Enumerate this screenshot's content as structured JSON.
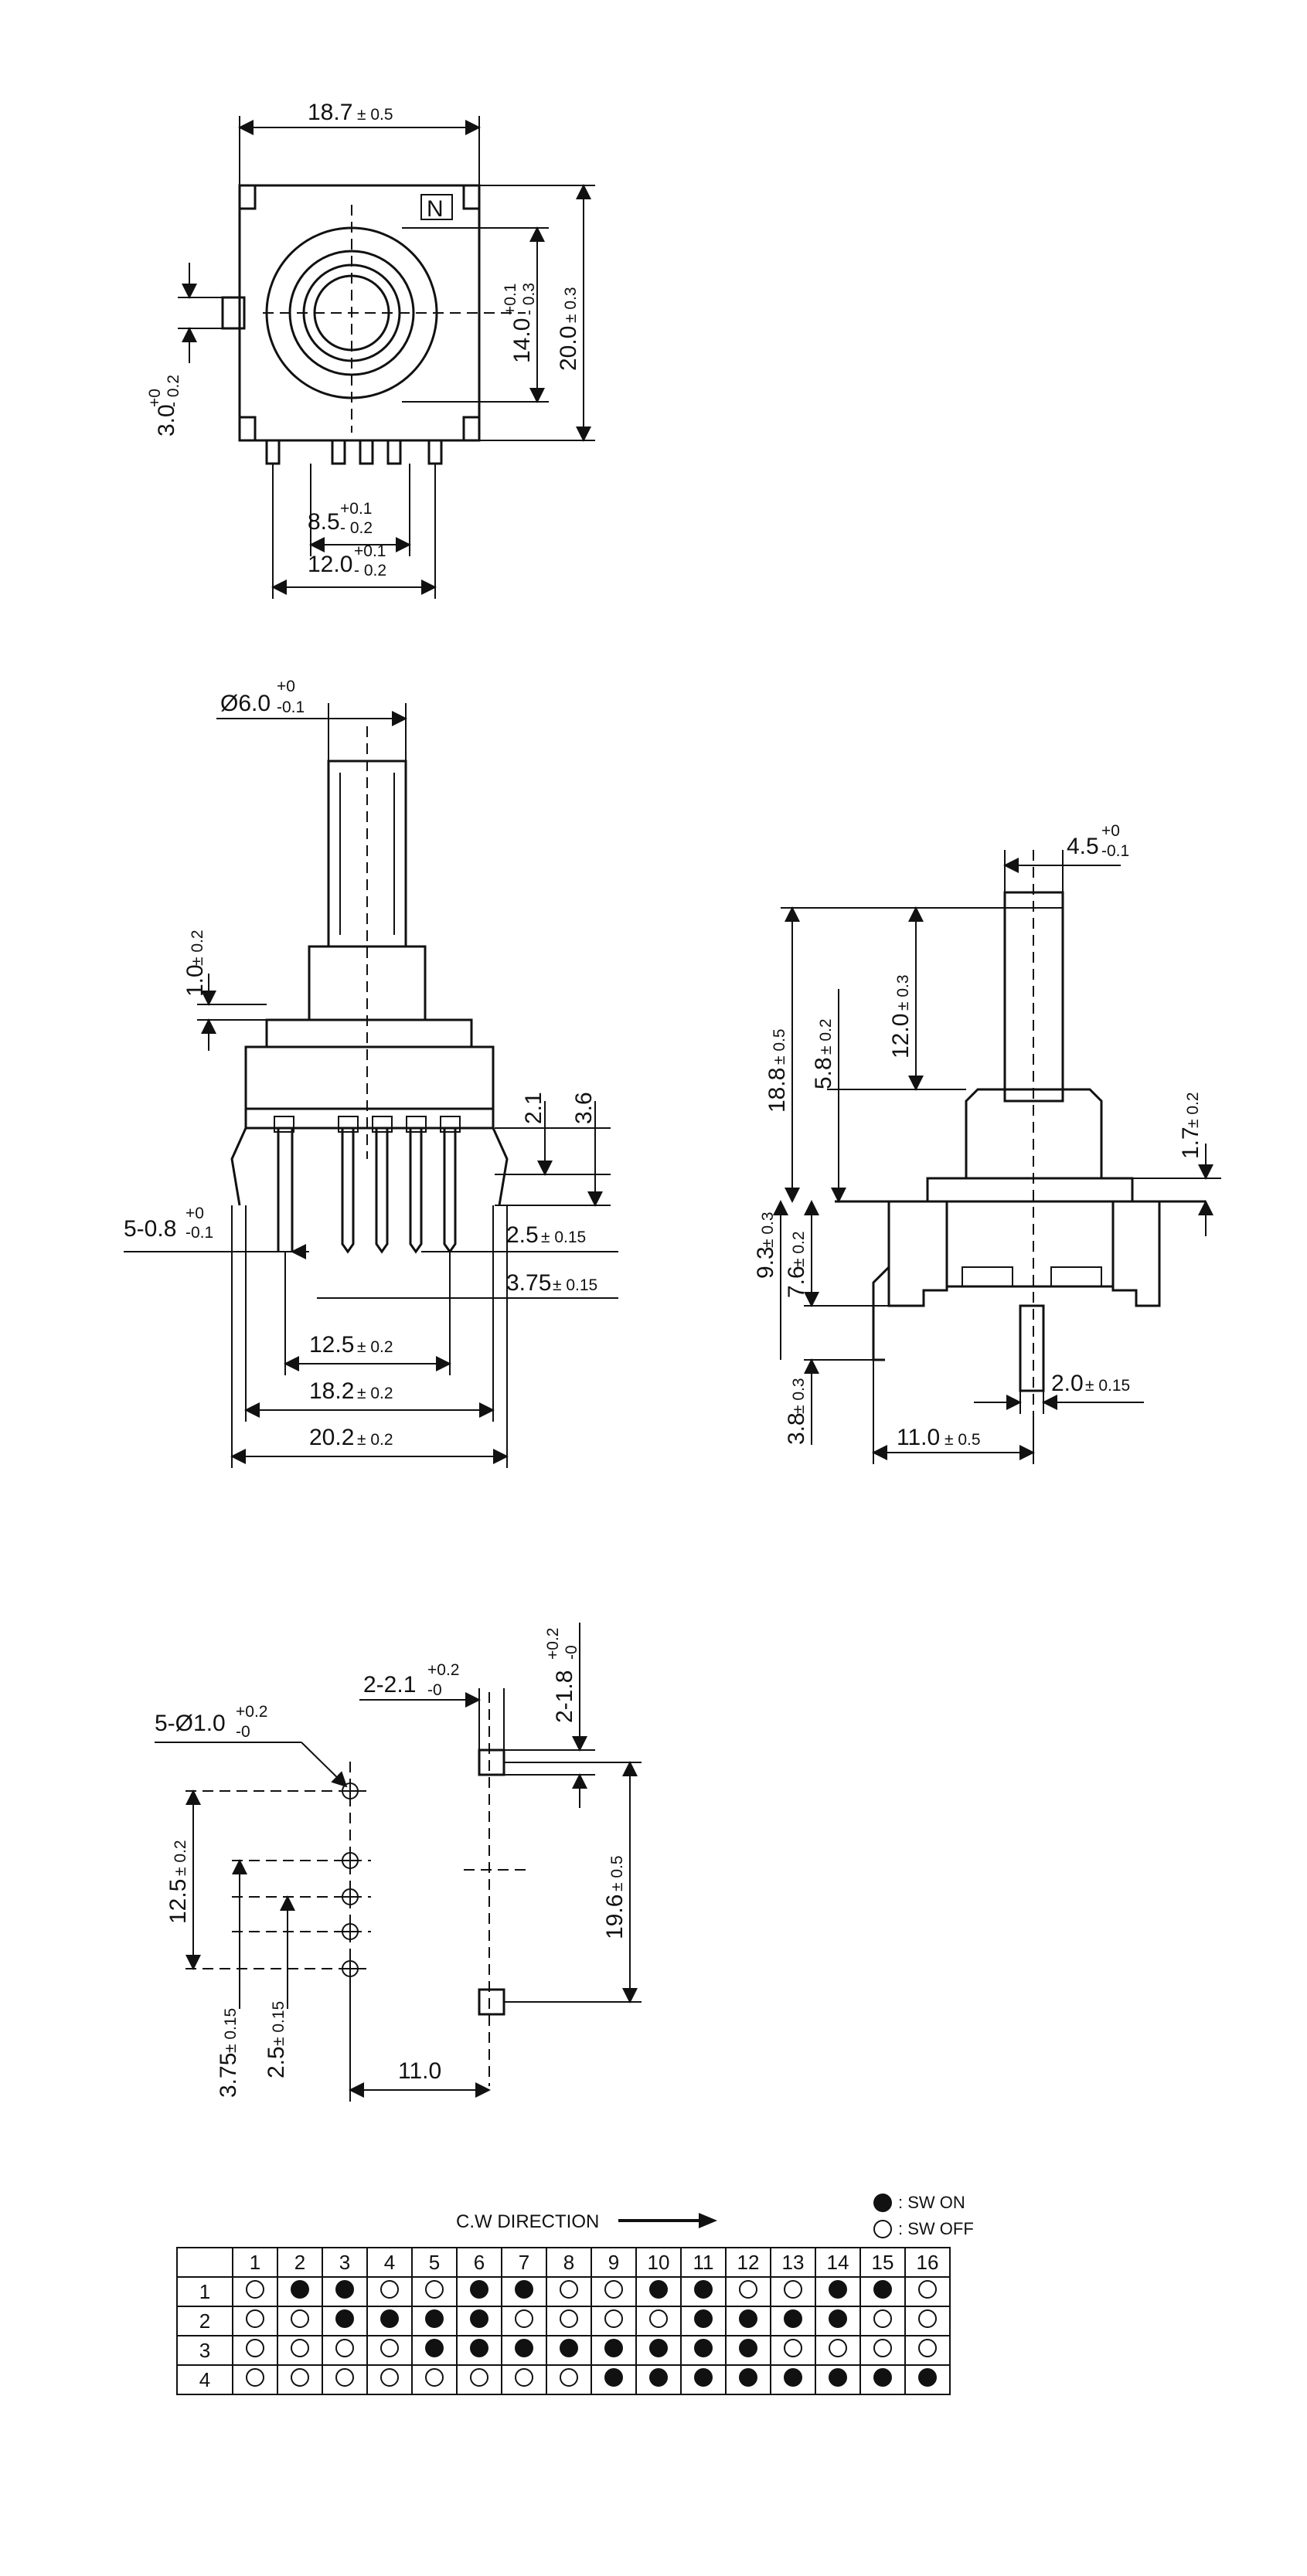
{
  "top_view": {
    "width": "18.7",
    "width_tol": "± 0.5",
    "height": "20.0",
    "height_tol": "± 0.3",
    "knob": "14.0",
    "knob_tol_plus": "+0.1",
    "knob_tol_minus": "- 0.3",
    "offset": "3.0",
    "offset_tol_plus": "+0",
    "offset_tol_minus": "- 0.2",
    "pin_span_inner": "8.5",
    "pin_span_inner_plus": "+0.1",
    "pin_span_inner_minus": "- 0.2",
    "pin_span_outer": "12.0",
    "pin_span_outer_plus": "+0.1",
    "pin_span_outer_minus": "- 0.2",
    "marker": "N"
  },
  "front_view": {
    "shaft_dia": "Ø6.0",
    "shaft_dia_plus": "+0",
    "shaft_dia_minus": "-0.1",
    "step": "1.0",
    "step_tol": "± 0.2",
    "pin_h1": "2.1",
    "pin_h2": "3.6",
    "pin_width": "5-0.8",
    "pin_width_plus": "+0",
    "pin_width_minus": "-0.1",
    "pitch_a": "2.5",
    "pitch_a_tol": "± 0.15",
    "pitch_b": "3.75",
    "pitch_b_tol": "± 0.15",
    "span_125": "12.5",
    "span_125_tol": "± 0.2",
    "span_182": "18.2",
    "span_182_tol": "± 0.2",
    "span_202": "20.2",
    "span_202_tol": "± 0.2"
  },
  "side_view": {
    "flat": "4.5",
    "flat_plus": "+0",
    "flat_minus": "-0.1",
    "shaft_len": "12.0",
    "shaft_len_tol": "± 0.3",
    "total": "18.8",
    "total_tol": "± 0.5",
    "collar": "5.8",
    "collar_tol": "± 0.2",
    "base_step": "1.7",
    "base_step_tol": "± 0.2",
    "body": "9.3",
    "body_tol": "± 0.3",
    "body_inner": "7.6",
    "body_inner_tol": "± 0.2",
    "pin_len": "3.8",
    "pin_len_tol": "± 0.3",
    "pin_offset": "2.0",
    "pin_offset_tol": "± 0.15",
    "depth": "11.0",
    "depth_tol": "± 0.5"
  },
  "pcb_layout": {
    "holes": "5-Ø1.0",
    "holes_plus": "+0.2",
    "holes_minus": "-0",
    "slot_w": "2-2.1",
    "slot_w_plus": "+0.2",
    "slot_w_minus": "-0",
    "slot_h": "2-1.8",
    "slot_h_plus": "+0.2",
    "slot_h_minus": "-0",
    "slot_span": "19.6",
    "slot_span_tol": "± 0.5",
    "pin_span": "12.5",
    "pin_span_tol": "± 0.2",
    "pitch_b": "3.75",
    "pitch_b_tol": "± 0.15",
    "pitch_a": "2.5",
    "pitch_a_tol": "± 0.15",
    "offset": "11.0"
  },
  "switch_table": {
    "direction": "C.W DIRECTION",
    "legend_on": ": SW ON",
    "legend_off": ": SW OFF",
    "columns": [
      "1",
      "2",
      "3",
      "4",
      "5",
      "6",
      "7",
      "8",
      "9",
      "10",
      "11",
      "12",
      "13",
      "14",
      "15",
      "16"
    ],
    "rows": [
      {
        "label": "1",
        "states": [
          0,
          1,
          1,
          0,
          0,
          1,
          1,
          0,
          0,
          1,
          1,
          0,
          0,
          1,
          1,
          0
        ]
      },
      {
        "label": "2",
        "states": [
          0,
          0,
          1,
          1,
          1,
          1,
          0,
          0,
          0,
          0,
          1,
          1,
          1,
          1,
          0,
          0
        ]
      },
      {
        "label": "3",
        "states": [
          0,
          0,
          0,
          0,
          1,
          1,
          1,
          1,
          1,
          1,
          1,
          1,
          0,
          0,
          0,
          0
        ]
      },
      {
        "label": "4",
        "states": [
          0,
          0,
          0,
          0,
          0,
          0,
          0,
          0,
          1,
          1,
          1,
          1,
          1,
          1,
          1,
          1
        ]
      }
    ]
  }
}
